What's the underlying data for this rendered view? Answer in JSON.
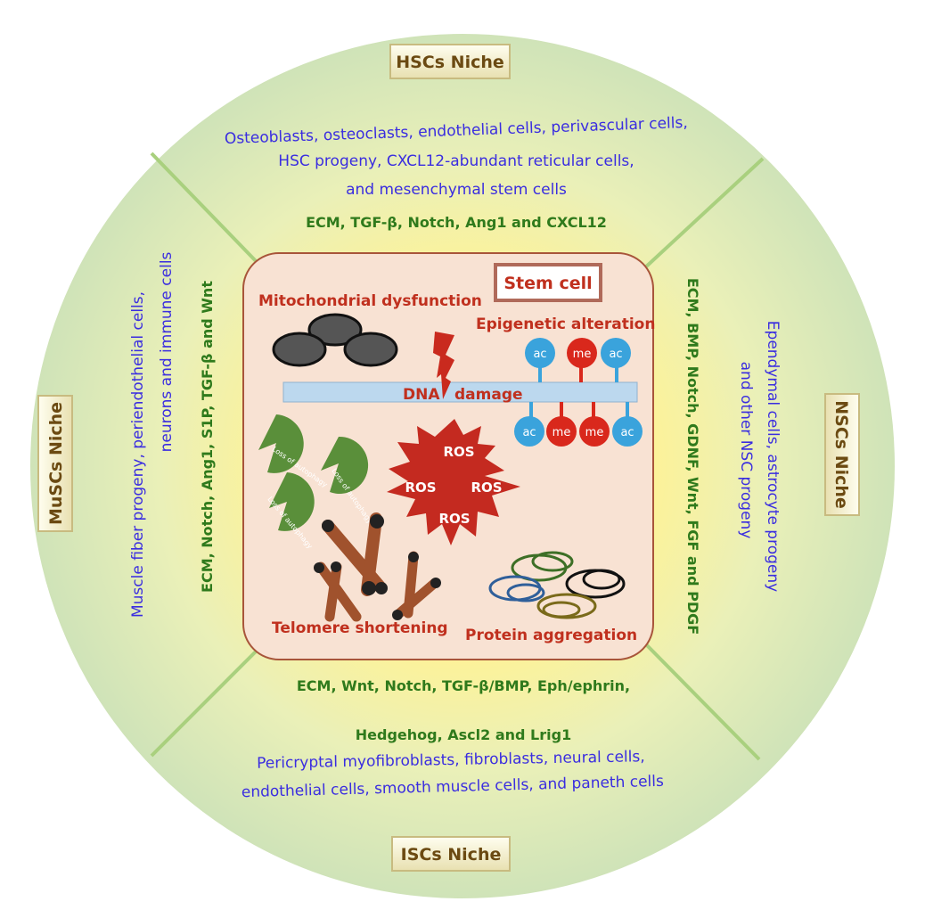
{
  "niches": {
    "hsc": {
      "label": "HSCs Niche",
      "cells": [
        "Osteoblasts, osteoclasts, endothelial cells, perivascular cells,",
        "HSC progeny, CXCL12-abundant reticular cells,",
        "and mesenchymal stem cells"
      ],
      "signals": [
        "ECM, TGF-β, Notch, Ang1 and CXCL12"
      ]
    },
    "nsc": {
      "label": "NSCs Niche",
      "cells": [
        "Ependymal cells, astrocyte progeny",
        "and other NSC progeny"
      ],
      "signals": [
        "ECM, BMP, Notch, GDNF, Wnt, FGF and PDGF"
      ]
    },
    "isc": {
      "label": "ISCs Niche",
      "signals": [
        "ECM, Wnt, Notch, TGF-β/BMP, Eph/ephrin,",
        "Hedgehog, Ascl2 and Lrig1"
      ],
      "cells": [
        "Pericryptal myofibroblasts, fibroblasts, neural cells,",
        "endothelial cells, smooth muscle cells, and paneth cells"
      ]
    },
    "musc": {
      "label": "MuSCs Niche",
      "cells": [
        "Muscle fiber progeny, periendothelial cells,",
        "neurons and immune cells"
      ],
      "signals": [
        "ECM, Notch, Ang1, S1P, TGF-β and Wnt"
      ]
    }
  },
  "stem_cell": {
    "title": "Stem cell",
    "hallmarks": {
      "mito": "Mitochondrial dysfunction",
      "epi": "Epigenetic alteration",
      "dna_left": "DNA",
      "dna_right": "damage",
      "telomere": "Telomere shortening",
      "protein": "Protein aggregation"
    },
    "autophagy": "Loss of autophagy",
    "ros": "ROS",
    "marks_top": [
      "ac",
      "me",
      "ac"
    ],
    "marks_bottom": [
      "ac",
      "me",
      "me",
      "ac"
    ]
  },
  "colors": {
    "ring": "#d3e6bd",
    "center_glow": "#fbf3a0",
    "box": "#f8e2d3",
    "box_border": "#a8553a",
    "ac": "#3aa3dc",
    "me": "#d9281c"
  }
}
